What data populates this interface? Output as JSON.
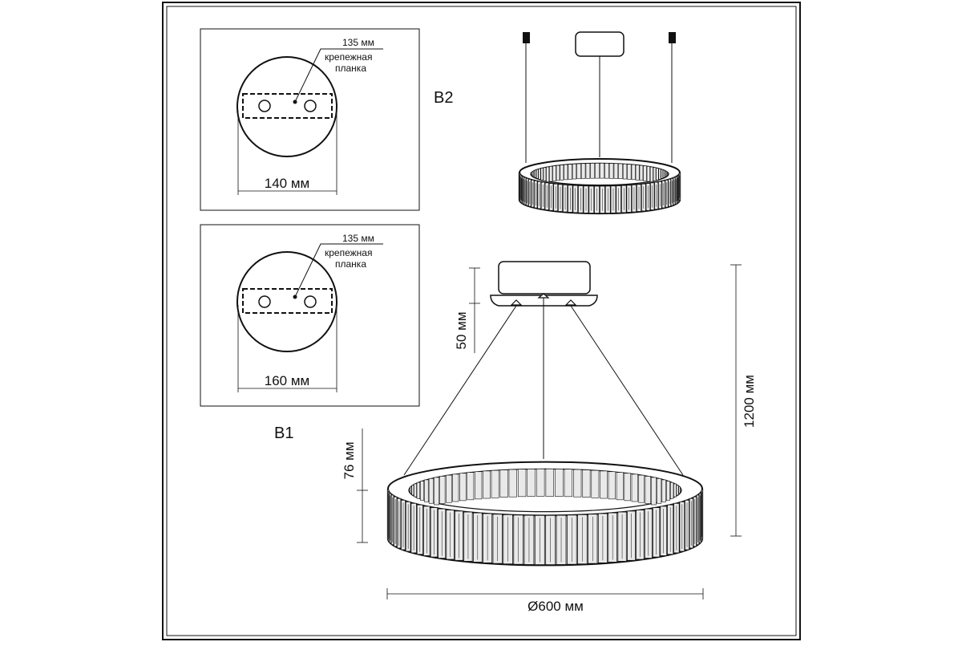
{
  "panel_b2": {
    "label": "B2",
    "bracket_length": "135 мм",
    "bracket_line1": "крепежная",
    "bracket_line2": "планка",
    "canopy_diameter": "140 мм"
  },
  "panel_b1": {
    "label": "B1",
    "bracket_length": "135 мм",
    "bracket_line1": "крепежная",
    "bracket_line2": "планка",
    "canopy_diameter": "160 мм"
  },
  "main": {
    "canopy_height": "50 мм",
    "ring_height": "76 мм",
    "total_height": "1200 мм",
    "ring_diameter": "Ø600 мм"
  },
  "colors": {
    "line": "#111111",
    "background": "#ffffff",
    "crystal_fill": "#e9e9e9"
  }
}
